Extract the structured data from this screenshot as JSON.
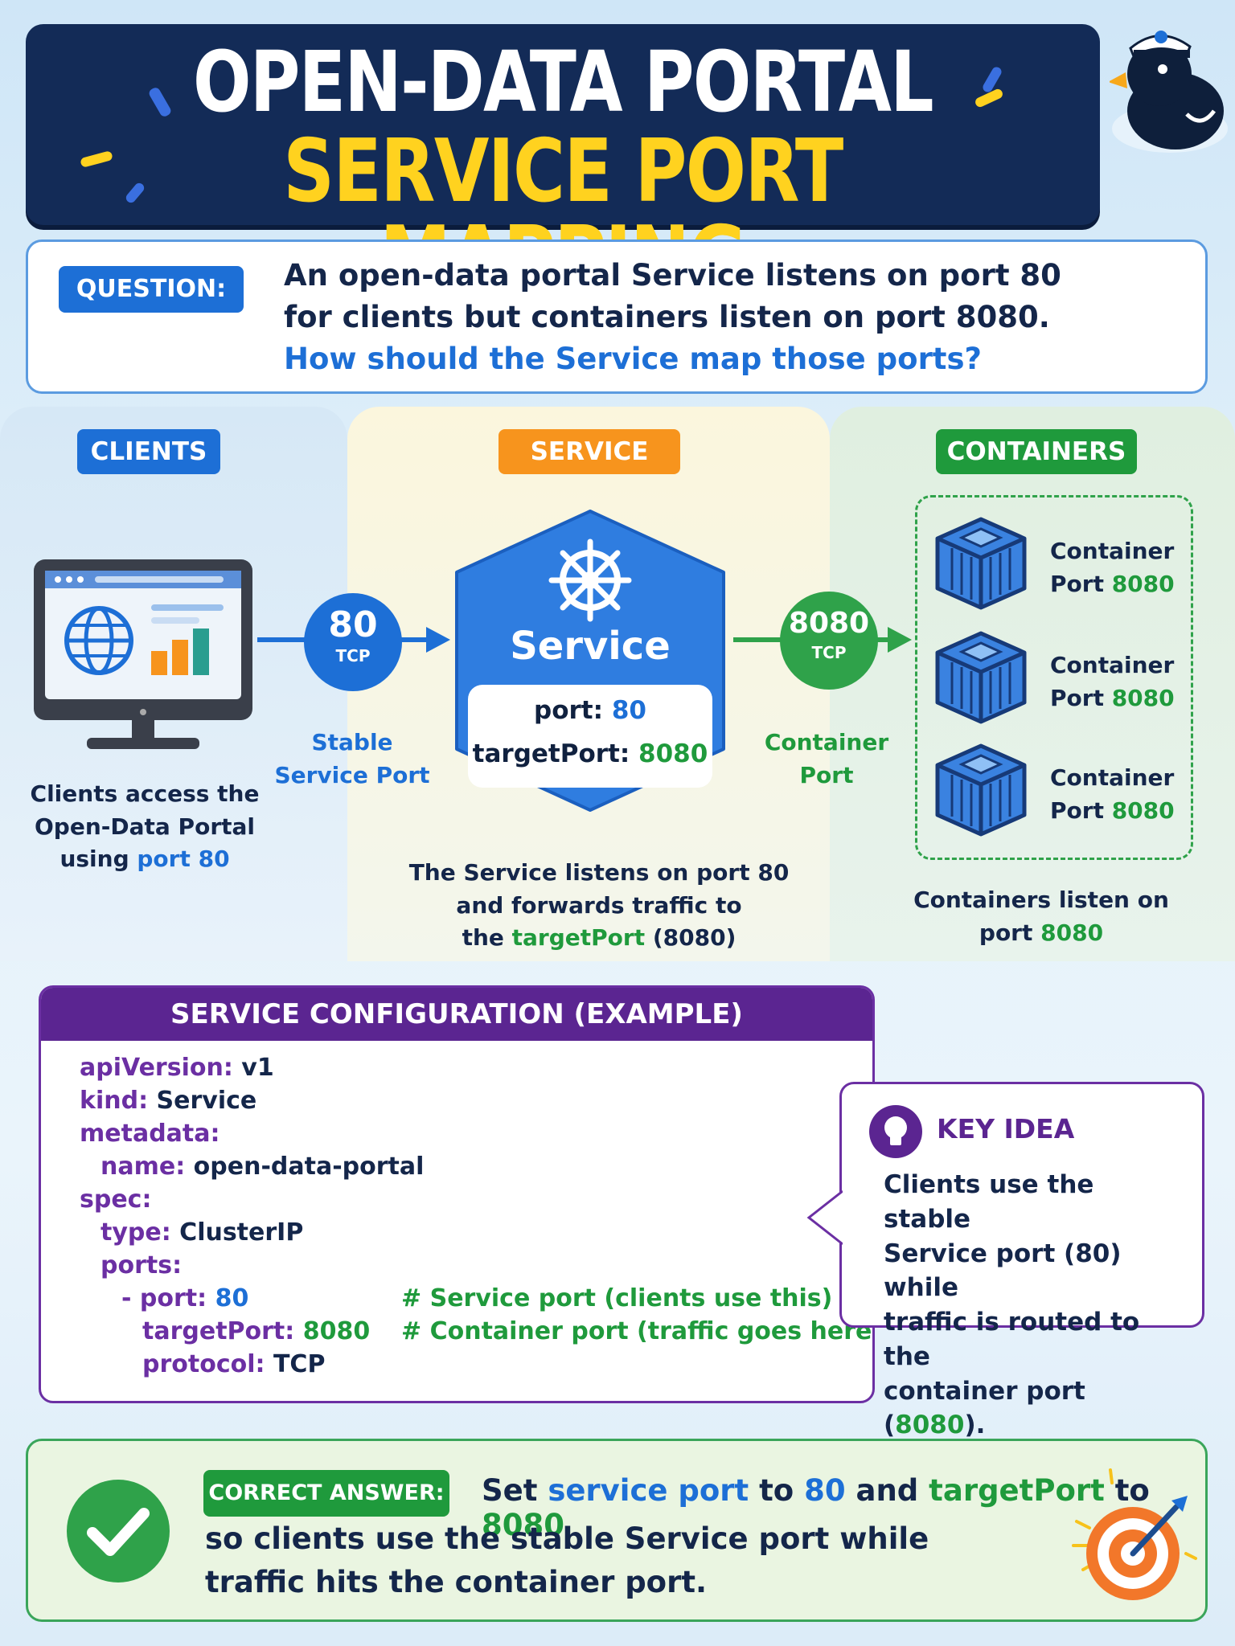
{
  "header": {
    "title_line1": "OPEN-DATA PORTAL",
    "title_line2": "SERVICE PORT MAPPING"
  },
  "question": {
    "tag": "QUESTION:",
    "line1": "An open-data portal Service listens on port 80",
    "line2": "for clients but containers listen on port 8080.",
    "line3": "How should the Service map those ports?"
  },
  "clients": {
    "label": "CLIENTS",
    "caption_line1": "Clients access the",
    "caption_line2": "Open-Data Portal",
    "caption_line3_prefix": "using ",
    "caption_line3_highlight": "port 80"
  },
  "client_port": {
    "number": "80",
    "protocol": "TCP",
    "caption_line1": "Stable",
    "caption_line2": "Service Port"
  },
  "service": {
    "label": "SERVICE",
    "name": "Service",
    "port_key": "port: ",
    "port_value": "80",
    "target_key": "targetPort: ",
    "target_value": "8080",
    "caption_line1": "The Service listens on port 80",
    "caption_line2": "and forwards traffic to",
    "caption_line3_prefix": "the ",
    "caption_line3_highlight": "targetPort",
    "caption_line3_suffix": " (8080)"
  },
  "container_port": {
    "number": "8080",
    "protocol": "TCP",
    "caption_line1": "Container",
    "caption_line2": "Port"
  },
  "containers": {
    "label": "CONTAINERS",
    "items": [
      {
        "name": "Container",
        "port_prefix": "Port ",
        "port": "8080"
      },
      {
        "name": "Container",
        "port_prefix": "Port ",
        "port": "8080"
      },
      {
        "name": "Container",
        "port_prefix": "Port ",
        "port": "8080"
      }
    ],
    "caption_line1": "Containers listen on",
    "caption_line2_prefix": "port ",
    "caption_line2_highlight": "8080"
  },
  "config": {
    "title": "SERVICE CONFIGURATION (EXAMPLE)",
    "lines": {
      "api_key": "apiVersion:",
      "api_val": "v1",
      "kind_key": "kind:",
      "kind_val": "Service",
      "metadata_key": "metadata:",
      "name_key": "name:",
      "name_val": "open-data-portal",
      "spec_key": "spec:",
      "type_key": "type:",
      "type_val": "ClusterIP",
      "ports_key": "ports:",
      "dash": "-",
      "port_key": "port:",
      "port_val": "80",
      "port_comment": "# Service port (clients use this)",
      "target_key": "targetPort:",
      "target_val": "8080",
      "target_comment": "# Container port (traffic goes here)",
      "protocol_key": "protocol:",
      "protocol_val": "TCP"
    }
  },
  "key_idea": {
    "title": "KEY IDEA",
    "line1": "Clients use the stable",
    "line2": "Service port (80) while",
    "line3": "traffic is routed to the",
    "line4_prefix": "container port (",
    "line4_highlight": "8080",
    "line4_suffix": ")."
  },
  "answer": {
    "tag": "CORRECT ANSWER:",
    "p1": "Set ",
    "p2": "service port",
    "p3": " to ",
    "p4": "80",
    "p5": " and ",
    "p6": "targetPort",
    "p7": " to ",
    "p8": "8080",
    "line2": "so clients use the stable Service port while",
    "line3": "traffic hits the container port."
  },
  "colors": {
    "navy": "#132b57",
    "yellow": "#ffd21f",
    "blue": "#1d6fd6",
    "orange": "#f7941d",
    "green": "#1f9a3c",
    "purple": "#5b2591"
  },
  "icons": [
    "duck-mascot-icon",
    "monitor-icon",
    "globe-icon",
    "helm-wheel-icon",
    "container-box-icon",
    "lightbulb-icon",
    "checkmark-icon",
    "target-icon"
  ]
}
